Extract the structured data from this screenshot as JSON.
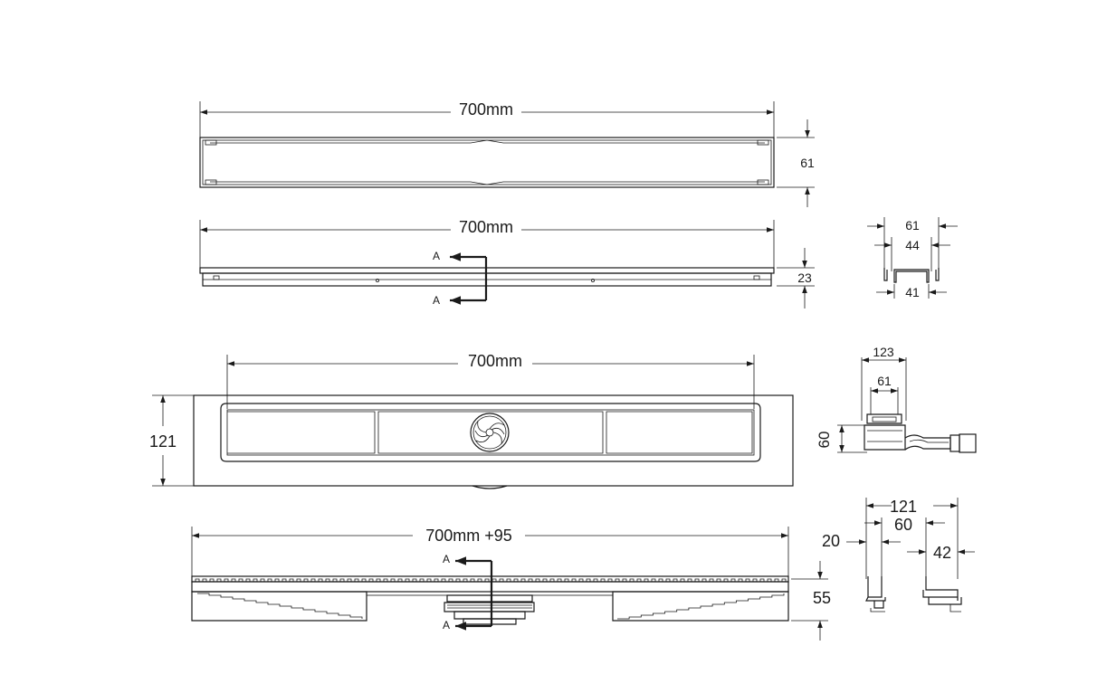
{
  "view1": {
    "length_label": "700mm",
    "width_label": "61"
  },
  "view2": {
    "length_label": "700mm",
    "height_label": "23",
    "section_marker": "A"
  },
  "profile": {
    "outer_label": "61",
    "inner_label": "44",
    "bottom_label": "41"
  },
  "view3": {
    "length_label": "700mm",
    "width_label": "121"
  },
  "trap": {
    "width_label": "123",
    "outlet_label": "61",
    "height_label": "60"
  },
  "view4": {
    "length_label": "700mm +95",
    "height_label": "55",
    "section_marker": "A"
  },
  "section": {
    "total_label": "121",
    "gap_label": "60",
    "left_label": "20",
    "right_label": "42"
  }
}
